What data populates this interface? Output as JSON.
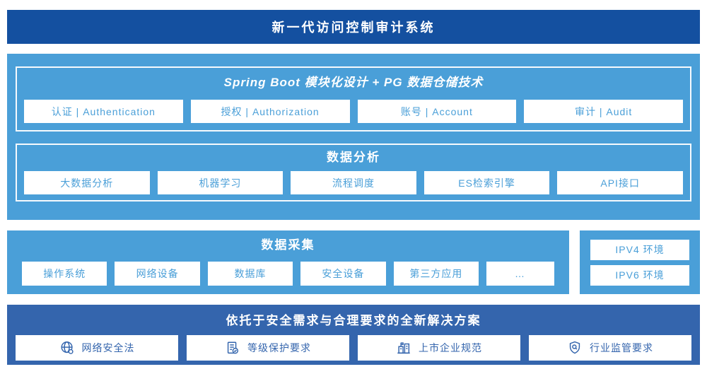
{
  "colors": {
    "banner_blue": "#1450A0",
    "light_blue": "#4A9FD8",
    "solution_blue": "#3465AD",
    "box_bg": "#FFFFFF",
    "box_text_light": "#4A9FD8",
    "box_text_dark": "#3465AD"
  },
  "banner": {
    "title": "新一代访问控制审计系统"
  },
  "platform_section": {
    "modules_panel": {
      "title": "Spring Boot 模块化设计 + PG 数据仓储技术",
      "items": [
        "认证 | Authentication",
        "授权 | Authorization",
        "账号 | Account",
        "审计 | Audit"
      ]
    },
    "analysis_panel": {
      "title": "数据分析",
      "items": [
        "大数据分析",
        "机器学习",
        "流程调度",
        "ES检索引擎",
        "API接口"
      ]
    }
  },
  "collection_section": {
    "title": "数据采集",
    "items": [
      "操作系统",
      "网络设备",
      "数据库",
      "安全设备",
      "第三方应用",
      "…"
    ],
    "env_panel": {
      "items": [
        "IPV4 环境",
        "IPV6 环境"
      ]
    }
  },
  "solution_section": {
    "title": "依托于安全需求与合理要求的全新解决方案",
    "items": [
      {
        "icon": "globe-icon",
        "label": "网络安全法"
      },
      {
        "icon": "document-check-icon",
        "label": "等级保护要求"
      },
      {
        "icon": "buildings-icon",
        "label": "上市企业规范"
      },
      {
        "icon": "shield-search-icon",
        "label": "行业监管要求"
      }
    ]
  }
}
